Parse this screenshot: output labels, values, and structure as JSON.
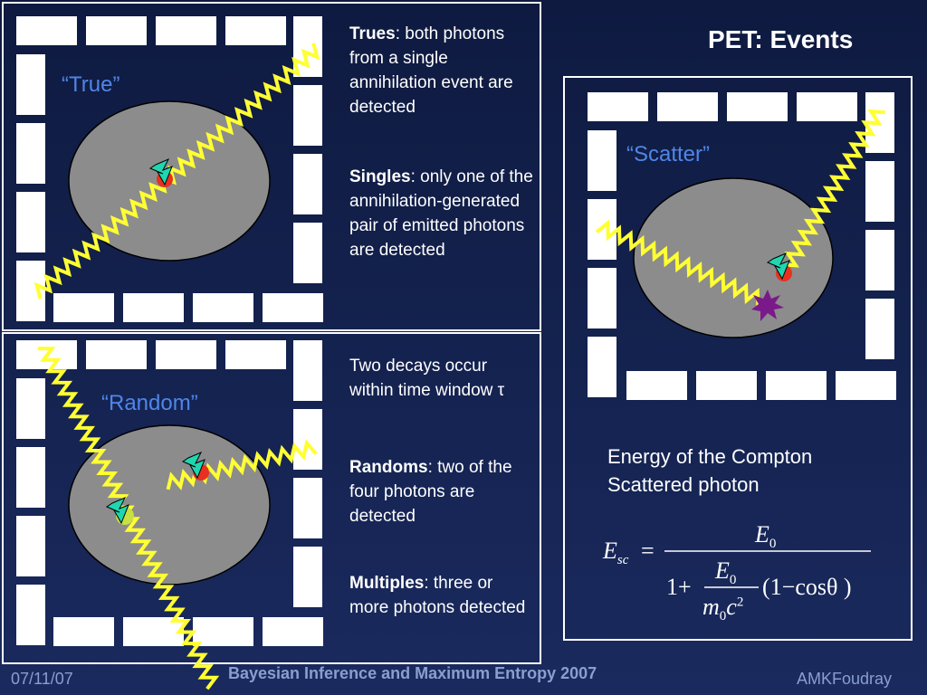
{
  "slide_title": "PET: Events",
  "panels": {
    "true": {
      "label": "“True”"
    },
    "random": {
      "label": "“Random”"
    },
    "scatter": {
      "label": "“Scatter”"
    }
  },
  "text": {
    "trues_term": "Trues",
    "trues_desc": ": both photons from a single annihilation event are detected",
    "singles_term": "Singles",
    "singles_desc": ": only one of the annihilation-generated pair of emitted photons are detected",
    "two_decays": "Two decays occur within  time window τ",
    "randoms_term": "Randoms",
    "randoms_desc": ": two of the four photons are detected",
    "multiples_term": "Multiples",
    "multiples_desc": ": three or more photons detected",
    "compton_line1": "Energy of the Compton",
    "compton_line2": "Scattered photon"
  },
  "equation": {
    "lhs": "E",
    "lhs_sub": "sc",
    "equals": "=",
    "num": "E",
    "num_sub": "0",
    "one_plus": "1+",
    "frac_num": "E",
    "frac_num_sub": "0",
    "frac_den": "m",
    "frac_den_sub": "0",
    "frac_den_c": "c",
    "frac_den_sup": "2",
    "paren": "(1−cosθ )"
  },
  "footer": {
    "date": "07/11/07",
    "conference": "Bayesian Inference and Maximum Entropy 2007",
    "author": "AMKFoudray"
  },
  "colors": {
    "photon": "#ffff33",
    "label": "#4f86e8",
    "body": "#8c8c8c",
    "scatter_star": "#7a1a8a",
    "bolt": "#1fd6b0"
  }
}
